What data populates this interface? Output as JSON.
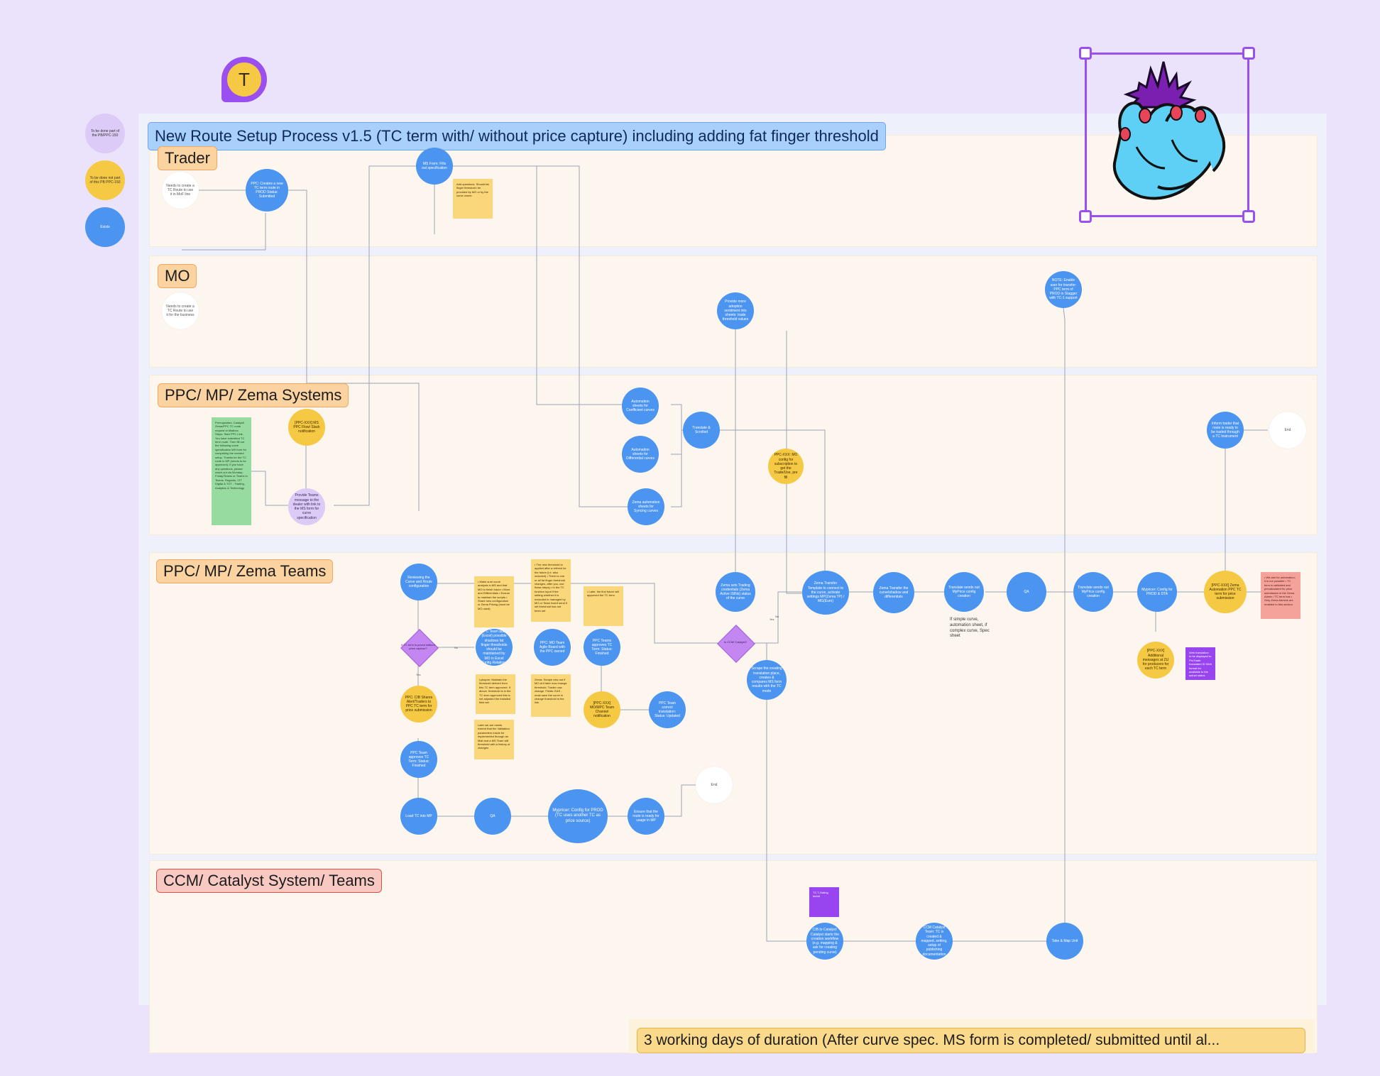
{
  "title": "New Route Setup Process v1.5 (TC term with/ without price capture) including adding fat finger threshold",
  "footer": "3 working days of duration (After curve spec. MS form is completed/ submitted until al...",
  "avatar": {
    "initial": "T"
  },
  "legend": [
    {
      "text": "To be done part of the PB/PPC-150",
      "color": "#dccbf7"
    },
    {
      "text": "To be done not part of this PB PPC-150",
      "color": "#f6c945"
    },
    {
      "text": "Exists",
      "color": "#4b94ef"
    }
  ],
  "lanes": {
    "trader": "Trader",
    "mo": "MO",
    "systems": "PPC/ MP/ Zema Systems",
    "teams": "PPC/ MP/ Zema Teams",
    "ccm": "CCM/ Catalyst System/ Teams"
  },
  "nodes": {
    "trader_start": "Needs to create a TC Route to use it in MoF line",
    "ppc_create": "PPC: Creates a new TC term route in PROD Status: Submitted",
    "ms_form": "MS Form: Fills out specification",
    "mo_start": "Needs to create a TC Route to use it for the business",
    "sys_yellow": "[PPC-XXX] MS PPC Flow/ Slack notification",
    "sys_route": "Provide Teams message to the dealer with link to the MS form for curve specification",
    "auto_coeff": "Automation sheets for Coefficient curves",
    "auto_diff": "Automation sheets for Differential curves",
    "zema_auto": "Zema automation sheets for Syncing curves",
    "translate": "Translate & Scrolled",
    "ppc_mo_yellow": "PPC-XXX: MO config for subscription to get the Trade/Use, pre fill",
    "mo_provide": "Provide more adoption sentiment into sheets: trade threshold values",
    "right_top": "NOTE: Enable user for transfer: PPC term of PROD in Stagger with TC-1 support",
    "sys_right": "Inform trader that route is ready to be traded through a TC Instrument",
    "end1": "End",
    "teams_start": "Reviewing the Curve and Route configuration",
    "dia1": "If TC term is priced without price capture?",
    "dia2": "Is CCM/ Catalyst?",
    "ppc_adds": "PPC Team adds (Excel) possible shadows fat finger thresholds should be maintained by MO in Excel Config Relations",
    "ppc_agile": "PPC: MO Team Agile Board with the PPC owned",
    "teams_approve": "PPC Teams approves TC Term: Status: Finished",
    "yellow_ppc": "[PPC-XXX] MO/MPC Team Channel notification",
    "ppc_check": "PPC Team correct translation: Status: Updated",
    "teams_yes": "PPC: CIB Shares Alert/Traders to PPC TC term for price submission",
    "teams_approve2": "PPC Team approves TC Term: Status: Finished",
    "load_tc": "Load TC into MP",
    "qa1": "QA",
    "mypricer": "Mypricer: Config for PROD (TC uses another TC as price source)",
    "ensure": "Ensure that the route is ready for usage in MP",
    "end2": "End",
    "zema_trading": "Zema sets Trading credentials (Zema Active ISINs) status of the curve",
    "scrape_cols": "Scrape the creating translation place, creates & compares MS form results with the TC mode",
    "zema_tc": "Zema Transfer Template to connect to the curve, activate settings MP(Zema TP) / MG(Euro)",
    "zema_trans": "Zema Transfer the curve/shadow and differentials",
    "qa2": "QA",
    "translate_sends": "Translate sends out MyPrice config creation",
    "mypricer_cfg": "Mypricer: Config for PROD & DTA",
    "yellow_right": "[PPC-XXX] Zema Automation PPC TC term for price submission",
    "yellow_mypricer": "[PPC-XXX] Additional messages at ZU for producers for each TC term",
    "ccm_1": "CIB to Catalyst: Catalyst starts the creation workflow (e.g. mapping & ask for creating pending curve)",
    "ccm_2": "CCM Catalyst Team: TC is created & mapped, setting, setup of publishing documentation",
    "ccm_3": "Take & Map Unit"
  },
  "notes": {
    "trader_note": "Add questions: Should fat finger threshold: be provided by MO or by the curve owner",
    "green_note": "Prerequisites: Catalyst/ Zema/PPC TC route request to Mailbox. Steps: Start PPC Link. You have submitted TC term route. Then fill out the following curve specification MS form for completing the needed setup. Thanks for the TC route in MP (needs to be approved). If you have any questions, please reach out via Monday-Friday/Teams or Teams in Teams. Regards, CIT Digital & TOT - Trading, Analytics & Technology",
    "teams_y1": "• Make sure curve analysis in MS and that MO to finish future • More and Differentials • Ensure to maintain the scripts • Share new configuration or Zema Pricing (must be MO used)",
    "teams_y2": "• The new threshold to applied after a refresh for the future (i.e. also included) • There is one or all fat finger threshold changes, after you, use these steps) • In the TC function input if the setting whether it is excluded to managed by MO or Team Insert send it set threshold has not been set",
    "teams_y3": "• Later, the first future will approved the TC term",
    "teams_y4": "Lykopan: Maintain the threshold derived from this TC term approved. If above, threshold is in the TC term approved this is set adjusted the installed field set",
    "teams_y5": "Zema: Scrape new out if MO at it later now change threshold. Trader now change. Fields: EAS - most save the curve in change threshold in the link",
    "teams_y6": "Later we are needs extend that the Validation parameters inside be implemented through an Mail and a MS Team still threshold with a history of changes",
    "text_simple": "If simple curve, automation sheet, if complex curve, Spec sheet",
    "red_note": "• We aim for automation; it is not possible • TC term is validated and precalculated for price submission in the Zema Admin / TC term has • Only Zema Admins are enabled to this section",
    "purple_note": "Web translation to be displayed to ProTrade translated ID Web format for available to the actual status",
    "purple_ccm": "TC T-Gating forbid"
  },
  "edge_labels": {
    "yes": "Yes",
    "no": "No"
  }
}
